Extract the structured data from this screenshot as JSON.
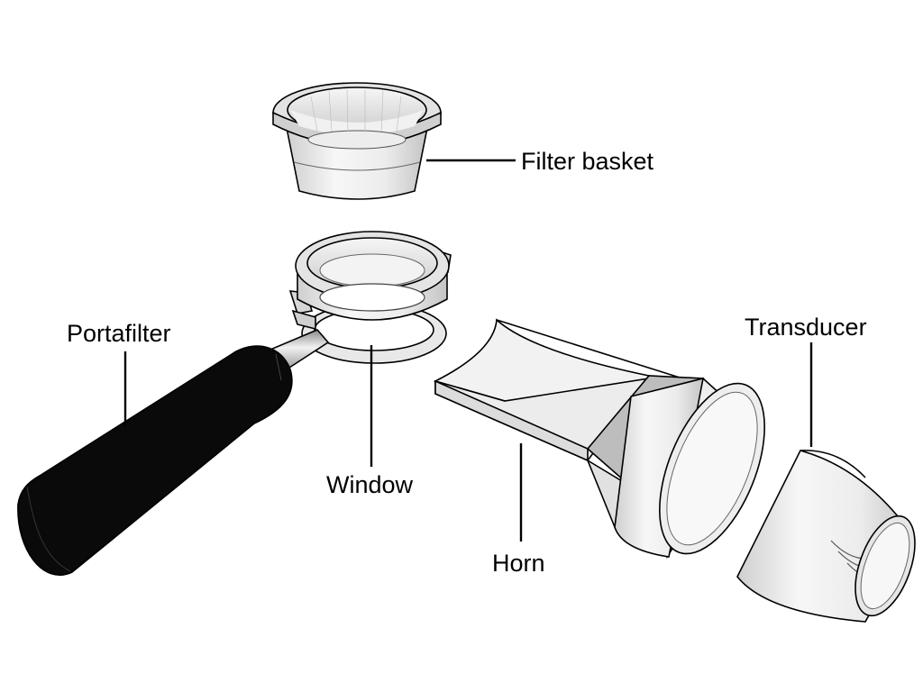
{
  "labels": {
    "filter_basket": "Filter basket",
    "portafilter": "Portafilter",
    "window": "Window",
    "horn": "Horn",
    "transducer": "Transducer"
  },
  "colors": {
    "line": "#000000",
    "metal_light": "#f4f4f4",
    "metal_mid": "#d9d9d9",
    "metal_dark": "#b5b5b5",
    "handle": "#0a0a0a",
    "background": "#ffffff"
  }
}
